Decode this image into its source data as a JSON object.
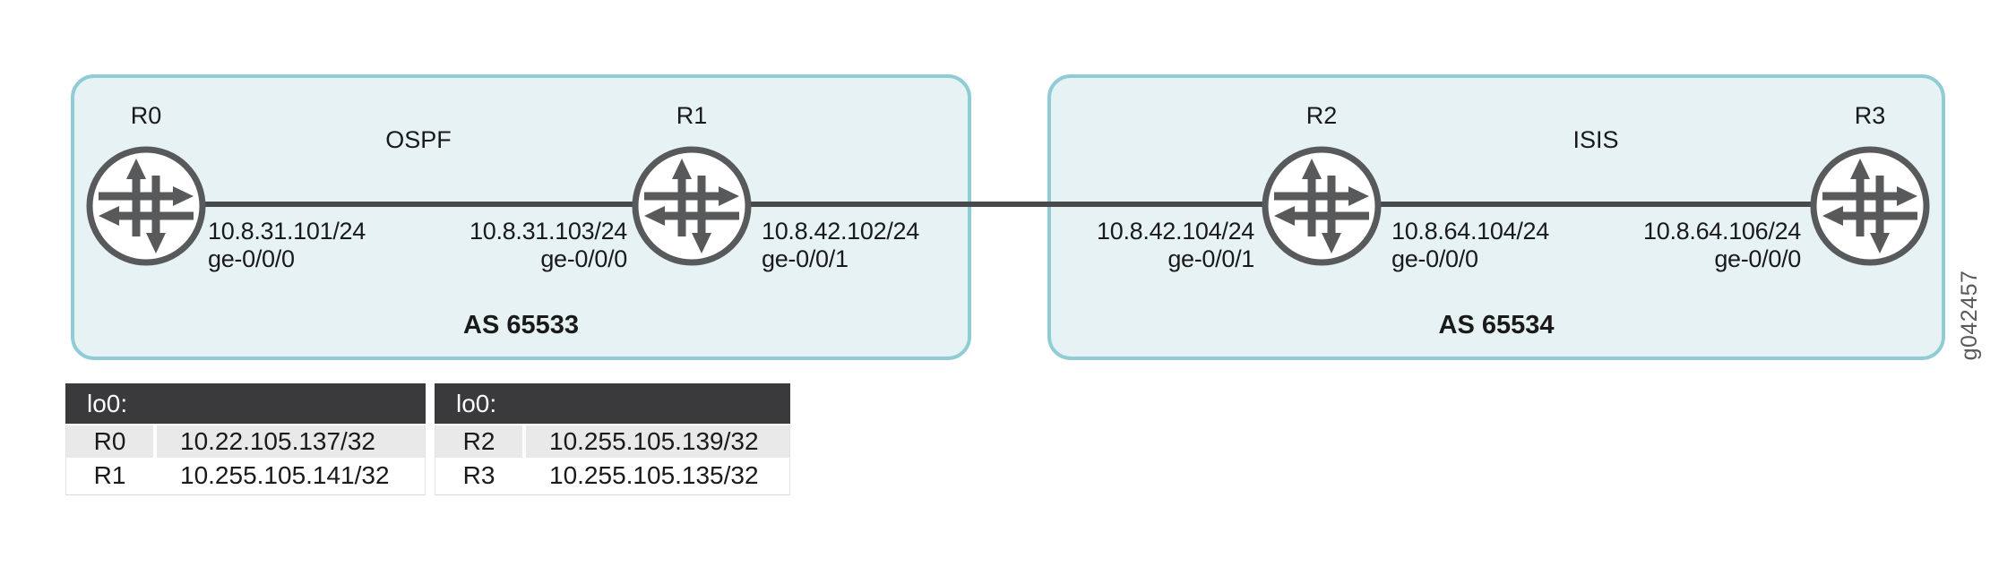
{
  "figure_id": "g042457",
  "areas": [
    {
      "protocol": "OSPF",
      "as_label": "AS 65533"
    },
    {
      "protocol": "ISIS",
      "as_label": "AS 65534"
    }
  ],
  "routers": [
    {
      "name": "R0"
    },
    {
      "name": "R1"
    },
    {
      "name": "R2"
    },
    {
      "name": "R3"
    }
  ],
  "interfaces": [
    {
      "router": "R0",
      "ip": "10.8.31.101/24",
      "port": "ge-0/0/0"
    },
    {
      "router": "R1",
      "ip": "10.8.31.103/24",
      "port": "ge-0/0/0"
    },
    {
      "router": "R1",
      "ip": "10.8.42.102/24",
      "port": "ge-0/0/1"
    },
    {
      "router": "R2",
      "ip": "10.8.42.104/24",
      "port": "ge-0/0/1"
    },
    {
      "router": "R2",
      "ip": "10.8.64.104/24",
      "port": "ge-0/0/0"
    },
    {
      "router": "R3",
      "ip": "10.8.64.106/24",
      "port": "ge-0/0/0"
    }
  ],
  "loopback_tables": [
    {
      "header": "lo0:",
      "rows": [
        {
          "router": "R0",
          "address": "10.22.105.137/32"
        },
        {
          "router": "R1",
          "address": "10.255.105.141/32"
        }
      ]
    },
    {
      "header": "lo0:",
      "rows": [
        {
          "router": "R2",
          "address": "10.255.105.139/32"
        },
        {
          "router": "R3",
          "address": "10.255.105.135/32"
        }
      ]
    }
  ],
  "colors": {
    "box_fill": "#e7f2f4",
    "box_border": "#8fccd6",
    "link": "#48494a",
    "icon_stroke": "#58595b",
    "table_header_bg": "#3a3a3c",
    "table_row_alt": "#e9e9ea"
  }
}
